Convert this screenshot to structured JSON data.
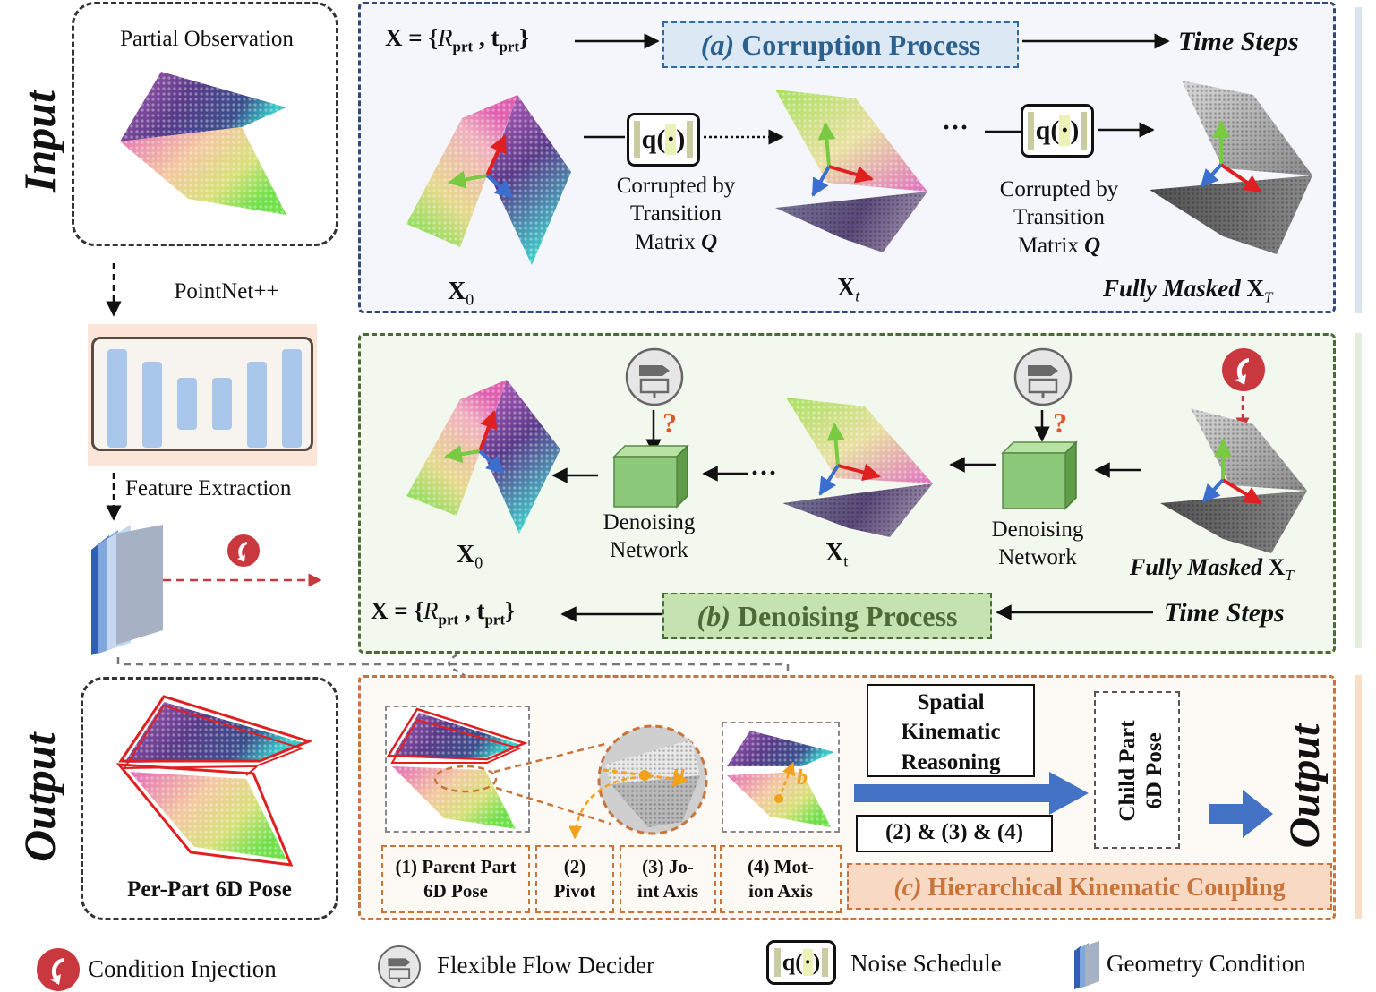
{
  "side_labels": {
    "input": "Input",
    "output": "Output"
  },
  "input_box": {
    "title": "Partial Observation"
  },
  "backbone": {
    "pointnet_label": "PointNet++",
    "feature_label": "Feature Extraction"
  },
  "panel_a": {
    "x_eq_lhs": "X = {",
    "x_eq_R": "R",
    "x_eq_prt1": "prt",
    "x_eq_comma": " , ",
    "x_eq_t": "t",
    "x_eq_prt2": "prt",
    "x_eq_rhs": "}",
    "title_letter": "(a)",
    "title_text": " Corruption  Process",
    "time_steps": "Time Steps",
    "q_left": "q(",
    "q_dot": "·",
    "q_right": ")",
    "corrupted_1": "Corrupted by",
    "corrupted_2": "Transition",
    "corrupted_3": "Matrix",
    "matrix_Q": "Q",
    "ellipsis": "···",
    "x0_main": "X",
    "x0_sub": "0",
    "xt_main": "X",
    "xt_sub": "t",
    "fully_masked": "Fully Masked",
    "xT_main": "X",
    "xT_sub": "T"
  },
  "panel_b": {
    "title_letter": "(b)",
    "title_text": " Denoising Process",
    "time_steps": "Time Steps",
    "denoise_1": "Denoising",
    "denoise_2": "Network",
    "question": "?",
    "ellipsis": "···",
    "x0_main": "X",
    "x0_sub": "0",
    "xt_main": "X",
    "xt_sub": "t",
    "fully_masked": "Fully Masked",
    "xT_main": "X",
    "xT_sub": "T",
    "x_eq_lhs": "X = {",
    "x_eq_R": "R",
    "x_eq_prt1": "prt",
    "x_eq_comma": " , ",
    "x_eq_t": "t",
    "x_eq_prt2": "prt",
    "x_eq_rhs": "}"
  },
  "output_box": {
    "title": "Per-Part 6D Pose"
  },
  "panel_c": {
    "step1": "(1) Parent Part 6D Pose",
    "step2": "(2) Pivot",
    "step3": "(3) Jo-int Axis",
    "step4": "(4) Mot-ion Axis",
    "u_label": "u",
    "b_label": "b",
    "spatial_1": "Spatial",
    "spatial_2": "Kinematic",
    "spatial_3": "Reasoning",
    "combo": "(2) & (3) & (4)",
    "child_pose_1": "Child Part",
    "child_pose_2": "6D Pose",
    "output_vertical": "Output",
    "title_letter": "(c)",
    "title_text": " Hierarchical Kinematic Coupling"
  },
  "legend": {
    "condition": "Condition  Injection",
    "flow": "Flexible Flow Decider",
    "noise": "Noise Schedule",
    "geometry": "Geometry Condition"
  },
  "colors": {
    "panel_a_border": "#2e4a7a",
    "panel_a_bg": "#f4f6fc",
    "panel_b_border": "#4a6b35",
    "panel_b_bg": "#f3f8ee",
    "panel_c_border": "#c8743b",
    "panel_c_bg": "#fdfaf5",
    "condition_red": "#c9383f",
    "cube_green": "#8dc97a",
    "arrow_blue": "#4472c4"
  }
}
